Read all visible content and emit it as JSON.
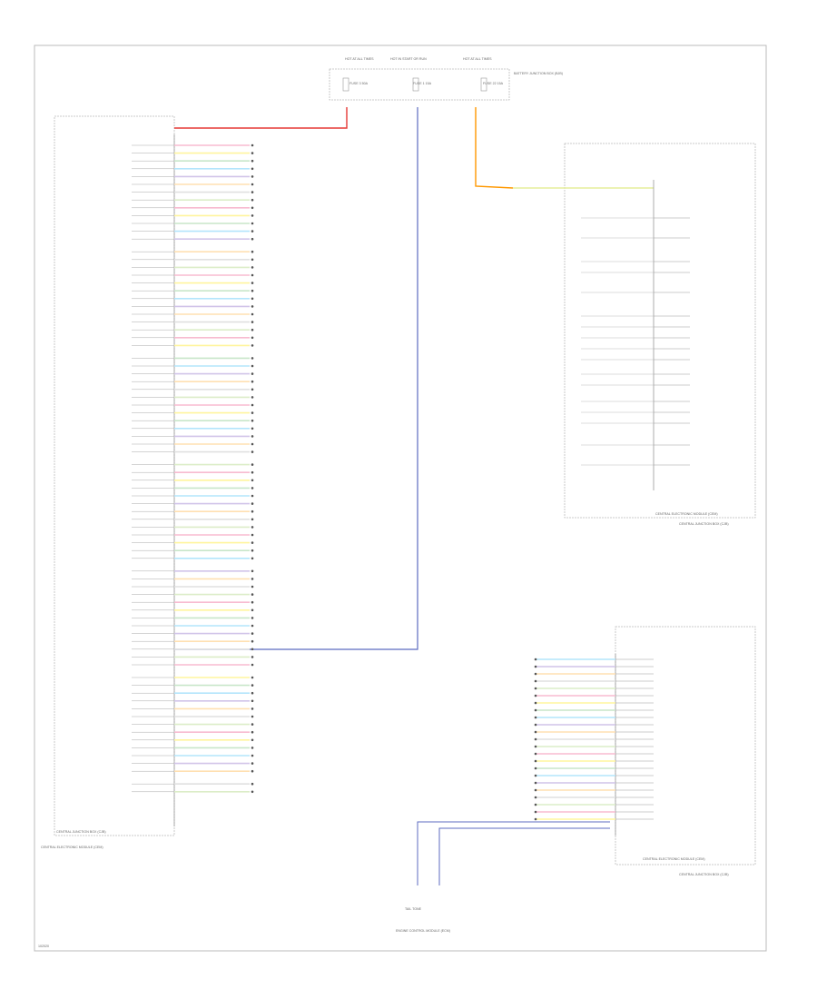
{
  "diagram": {
    "fuse_box": {
      "headers": [
        "HOT AT ALL TIMES",
        "HOT IN START OR RUN",
        "HOT AT ALL TIMES"
      ],
      "fuses": [
        "FUSE 3 50A",
        "FUSE 1 15A",
        "FUSE 22 15A"
      ],
      "title": "BATTERY JUNCTION BOX (BJB)"
    },
    "left_module_labels": {
      "title": "CENTRAL JUNCTION BOX (CJB)",
      "caption": "CENTRAL ELECTRONIC MODULE (CEM)"
    },
    "right_upper_labels": {
      "title": "CENTRAL ELECTRONIC MODULE (CEM)",
      "caption": "CENTRAL JUNCTION BOX (CJB)"
    },
    "right_lower_labels": {
      "title": "CENTRAL ELECTRONIC MODULE (CEM)",
      "caption": "CENTRAL JUNCTION BOX (CJB)"
    },
    "bottom_component": {
      "title": "TAIL TONE",
      "caption": "ENGINE CONTROL MODULE (ECM)"
    },
    "page_id": "102020"
  }
}
